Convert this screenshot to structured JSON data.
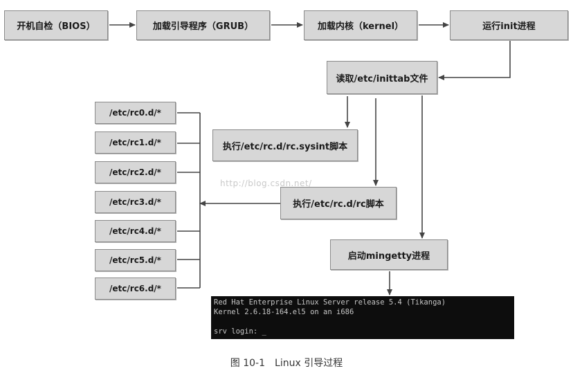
{
  "nodes": {
    "bios": "开机自检（BIOS）",
    "grub": "加载引导程序（GRUB）",
    "kernel": "加载内核（kernel）",
    "init": "运行init进程",
    "inittab": "读取/etc/inittab文件",
    "sysinit": "执行/etc/rc.d/rc.sysint脚本",
    "rc": "执行/etc/rc.d/rc脚本",
    "mingetty": "启动mingetty进程"
  },
  "runlevels": [
    "/etc/rc0.d/*",
    "/etc/rc1.d/*",
    "/etc/rc2.d/*",
    "/etc/rc3.d/*",
    "/etc/rc4.d/*",
    "/etc/rc5.d/*",
    "/etc/rc6.d/*"
  ],
  "terminal": {
    "line1": "Red Hat Enterprise Linux Server release 5.4 (Tikanga)",
    "line2": "Kernel 2.6.18-164.el5 on an i686",
    "line3": "",
    "line4": "srv login: _"
  },
  "watermark": "http://blog.csdn.net/",
  "caption": "图 10-1　Linux 引导过程",
  "colors": {
    "box": "#d7d7d7",
    "border": "#8a8a8a",
    "line": "#444444",
    "terminal_bg": "#0d0d0d"
  }
}
